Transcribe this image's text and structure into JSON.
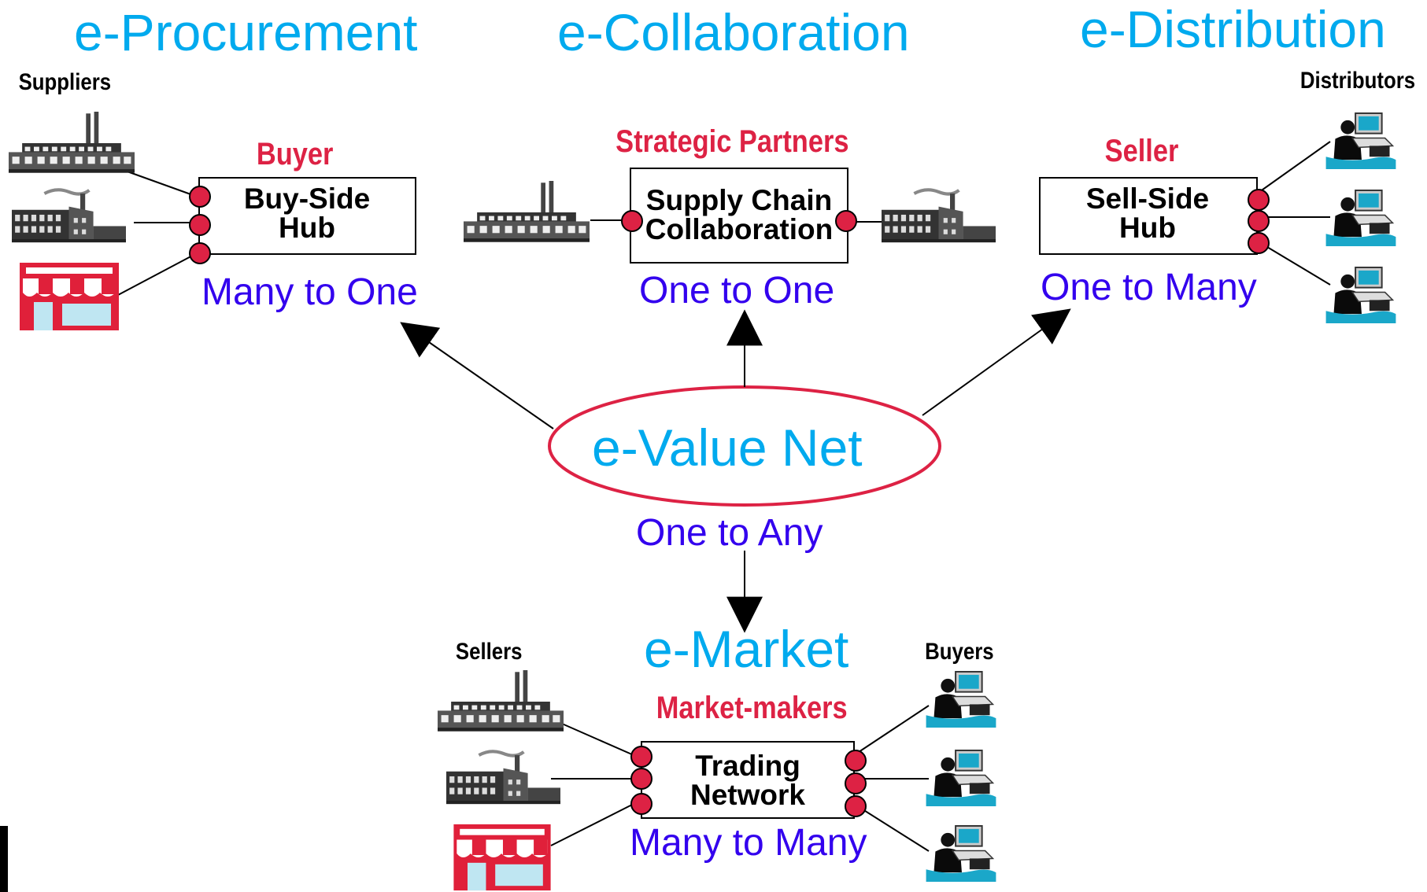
{
  "headings": {
    "procurement": "e-Procurement",
    "collaboration": "e-Collaboration",
    "distribution": "e-Distribution",
    "market": "e-Market"
  },
  "center": {
    "label": "e-Value Net",
    "relation": "One to Any"
  },
  "procurement": {
    "group": "Suppliers",
    "role": "Buyer",
    "box": "Buy-Side Hub",
    "relation": "Many to One"
  },
  "collaboration": {
    "role": "Strategic Partners",
    "box": "Supply Chain Collaboration",
    "relation": "One to One"
  },
  "distribution": {
    "group": "Distributors",
    "role": "Seller",
    "box": "Sell-Side Hub",
    "relation": "One to Many"
  },
  "market": {
    "group_left": "Sellers",
    "group_right": "Buyers",
    "role": "Market-makers",
    "box": "Trading Network",
    "relation": "Many to Many"
  },
  "colors": {
    "heading": "#00aaee",
    "role": "#dd2244",
    "relation": "#3300ee",
    "node": "#dd2244",
    "ellipse": "#dd2244"
  },
  "icons": [
    "factory-icon",
    "plant-icon",
    "storefront-icon",
    "computer-user-icon"
  ]
}
